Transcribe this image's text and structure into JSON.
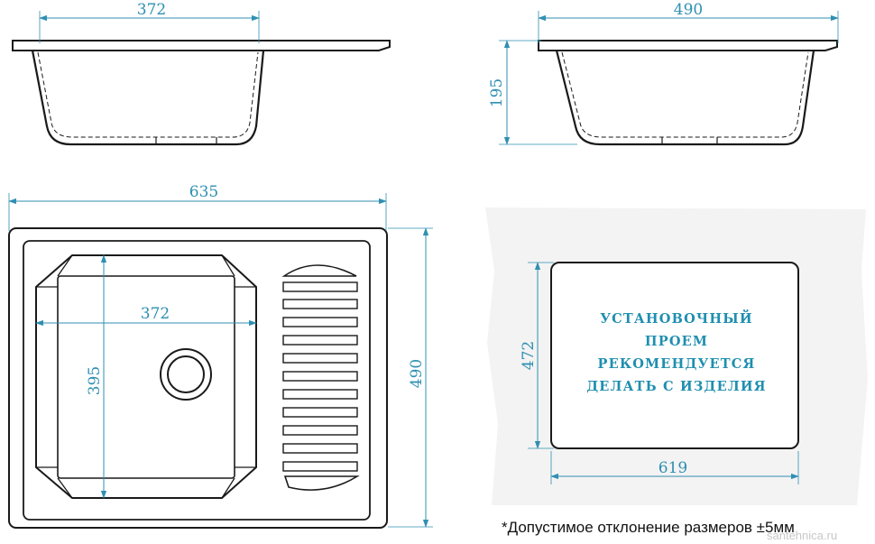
{
  "dimensions": {
    "side_view_1_width": "372",
    "side_view_2_width": "490",
    "height": "195",
    "overall_width": "635",
    "overall_depth": "490",
    "bowl_width": "372",
    "bowl_depth": "395",
    "cutout_height": "472",
    "cutout_width": "619"
  },
  "cutout_note": {
    "line1": "УСТАНОВОЧНЫЙ",
    "line2": "ПРОЕМ",
    "line3": "РЕКОМЕНДУЕТСЯ",
    "line4": "ДЕЛАТЬ С ИЗДЕЛИЯ"
  },
  "footnote": "*Допустимое отклонение размеров ±5мм",
  "watermark": "santehnica.ru",
  "colors": {
    "dimension": "#2f8fb2",
    "outline": "#1a1a1a",
    "note_text": "#1f8fb0"
  }
}
